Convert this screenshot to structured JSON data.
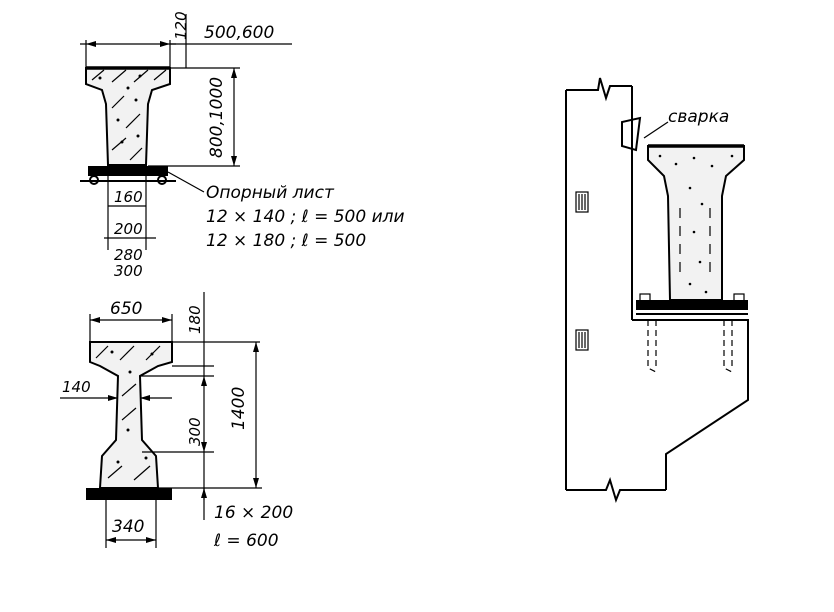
{
  "top_section": {
    "dim_top_width": "500,600",
    "dim_flange": "120",
    "dim_height": "800,1000",
    "dim_base_inner": "160",
    "dim_base_200": "200",
    "dim_base_280": "280",
    "dim_base_300": "300",
    "plate_title": "Опорный лист",
    "plate_line1": "12 × 140 ; ℓ = 500 или",
    "plate_line2": "12 × 180 ; ℓ = 500"
  },
  "bottom_section": {
    "dim_top_width": "650",
    "dim_flange": "180",
    "dim_web": "140",
    "dim_web_height": "300",
    "dim_height": "1400",
    "dim_base": "340",
    "plate_line1": "16 × 200",
    "plate_line2": "ℓ = 600"
  },
  "side_view": {
    "weld_label": "сварка"
  }
}
